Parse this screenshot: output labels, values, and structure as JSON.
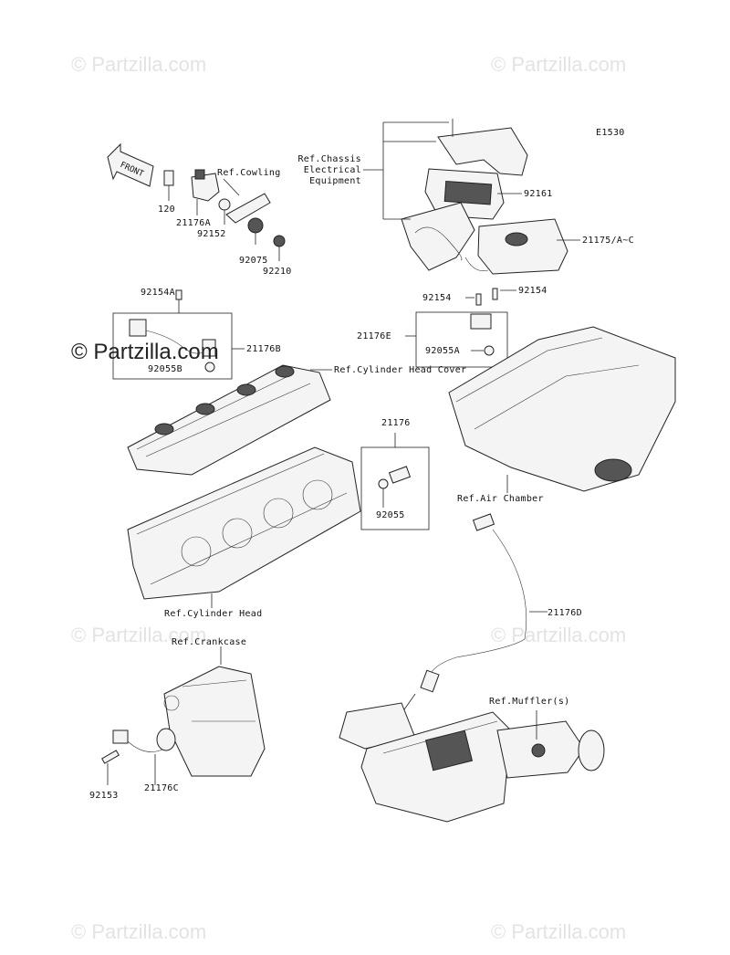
{
  "diagram_code": "E1530",
  "watermarks": {
    "text": "© Partzilla.com",
    "prominent_text": "© Partzilla.com"
  },
  "front_indicator": "FRONT",
  "labels": {
    "ref_chassis": [
      "Ref.Chassis",
      "Electrical",
      "Equipment"
    ],
    "p92161": "92161",
    "p21175": "21175/A~C",
    "ref_cowling": "Ref.Cowling",
    "p120": "120",
    "p21176A": "21176A",
    "p92152": "92152",
    "p92075": "92075",
    "p92210": "92210",
    "p92154A": "92154A",
    "p21176B": "21176B",
    "p92055B": "92055B",
    "ref_cyl_head_cover": "Ref.Cylinder Head Cover",
    "p92154_left": "92154",
    "p92154_right": "92154",
    "p21176E": "21176E",
    "p92055A": "92055A",
    "p21176": "21176",
    "p92055": "92055",
    "ref_air_chamber": "Ref.Air Chamber",
    "ref_cylinder_head": "Ref.Cylinder Head",
    "p21176D": "21176D",
    "ref_crankcase": "Ref.Crankcase",
    "ref_muffler": "Ref.Muffler(s)",
    "p92153": "92153",
    "p21176C": "21176C"
  }
}
